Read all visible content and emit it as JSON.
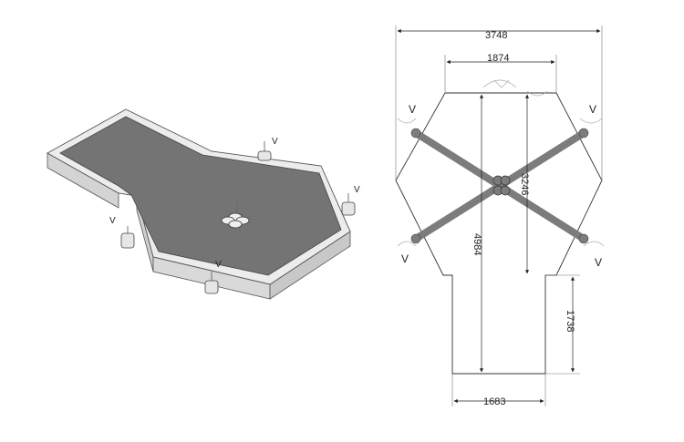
{
  "iso_view": {
    "valve_labels": [
      "V",
      "V",
      "V",
      "V"
    ]
  },
  "plan_view": {
    "dimensions": {
      "overall_width": "3748",
      "top_width": "1874",
      "tail_width": "1683",
      "total_height": "4984",
      "hex_height": "3246",
      "tail_height": "1738"
    },
    "valve_labels": [
      "V",
      "V",
      "V",
      "V"
    ]
  },
  "colors": {
    "panel_top": "#747474",
    "panel_side": "#d6d6d6",
    "panel_rim": "#ececec",
    "pipe": "#7c7c7c",
    "line": "#333333"
  }
}
